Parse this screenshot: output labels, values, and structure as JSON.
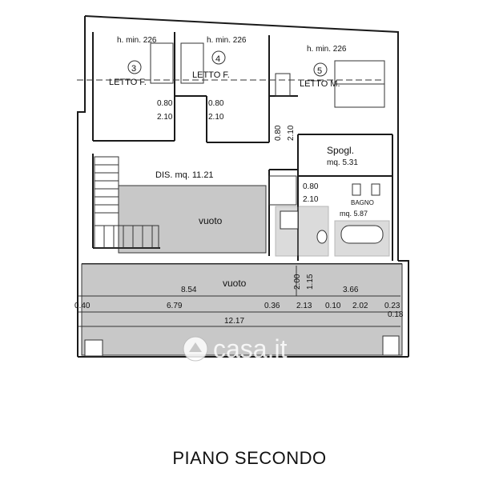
{
  "title": "PIANO SECONDO",
  "watermark": "casa.it",
  "rooms": {
    "r3": {
      "height": "h. min. 226",
      "number": "3",
      "name": "LETTO F."
    },
    "r4": {
      "height": "h. min. 226",
      "number": "4",
      "name": "LETTO F."
    },
    "r5": {
      "height": "h. min. 226",
      "number": "5",
      "name": "LETTO M."
    },
    "dis": {
      "name": "DIS. mq. 11.21"
    },
    "spogl": {
      "name": "Spogl.",
      "area": "mq. 5.31"
    },
    "bagno": {
      "name": "BAGNO",
      "area": "mq. 5.87"
    },
    "vuoto1": {
      "name": "vuoto"
    },
    "vuoto2": {
      "name": "vuoto"
    }
  },
  "door_dims": {
    "d1_w": "0.80",
    "d1_h": "2.10",
    "d2_w": "0.80",
    "d2_h": "2.10",
    "d3_w": "0.80",
    "d3_h": "2.10",
    "d4_w": "0.80",
    "d4_h": "2.10"
  },
  "dims": {
    "a": "8.54",
    "b": "3.66",
    "c": "2.00",
    "d": "1.15",
    "e": "0.40",
    "f": "6.79",
    "g": "0.36",
    "h": "2.13",
    "i": "0.10",
    "j": "2.02",
    "k": "0.23",
    "l": "0.18",
    "total": "12.17"
  },
  "colors": {
    "wall": "#1a1a1a",
    "void_fill": "#c8c8c8",
    "tile": "#6a6a6a",
    "watermark": "#ffffff"
  }
}
